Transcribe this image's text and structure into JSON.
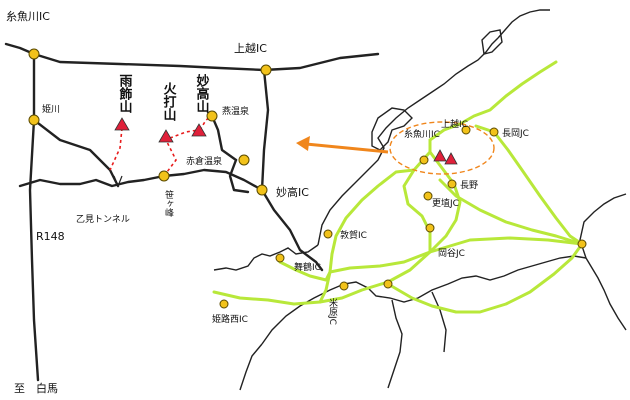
{
  "colors": {
    "road": "#222222",
    "highway": "#b8e83a",
    "node_fill": "#f2c21a",
    "node_stroke": "#5a4a00",
    "peak_fill": "#e0203a",
    "trail": "#e81c1c",
    "arrow": "#f0861c",
    "highlight": "#f0861c"
  },
  "inset_map": {
    "labels": {
      "itoigawa_ic": "糸魚川IC",
      "joetsu_ic": "上越IC",
      "himekawa": "姫川",
      "amakazari_yama": "雨飾山",
      "hiuchi_yama": "火打山",
      "myoko_san": "妙高山",
      "tsubame_onsen": "燕温泉",
      "akakura_onsen": "赤倉温泉",
      "sasagamine": "笹ヶ峰",
      "myoko_ic": "妙高IC",
      "otomi_tunnel": "乙見トンネル",
      "route148": "R148",
      "to_hakuba": "至　白馬"
    }
  },
  "main_map": {
    "labels": {
      "joetsu_ic": "上越IC",
      "itoigawa_ic": "糸魚川IC",
      "nagaoka_jc": "長岡JC",
      "nagano": "長野",
      "koshoku_jc": "更埴JC",
      "tsuruga_ic": "敦賀IC",
      "okaya_jc": "岡谷JC",
      "maizuru_ic": "舞鶴IC",
      "maibara_jc": "米原JC",
      "himeji_nishi_ic": "姫路西IC"
    }
  }
}
